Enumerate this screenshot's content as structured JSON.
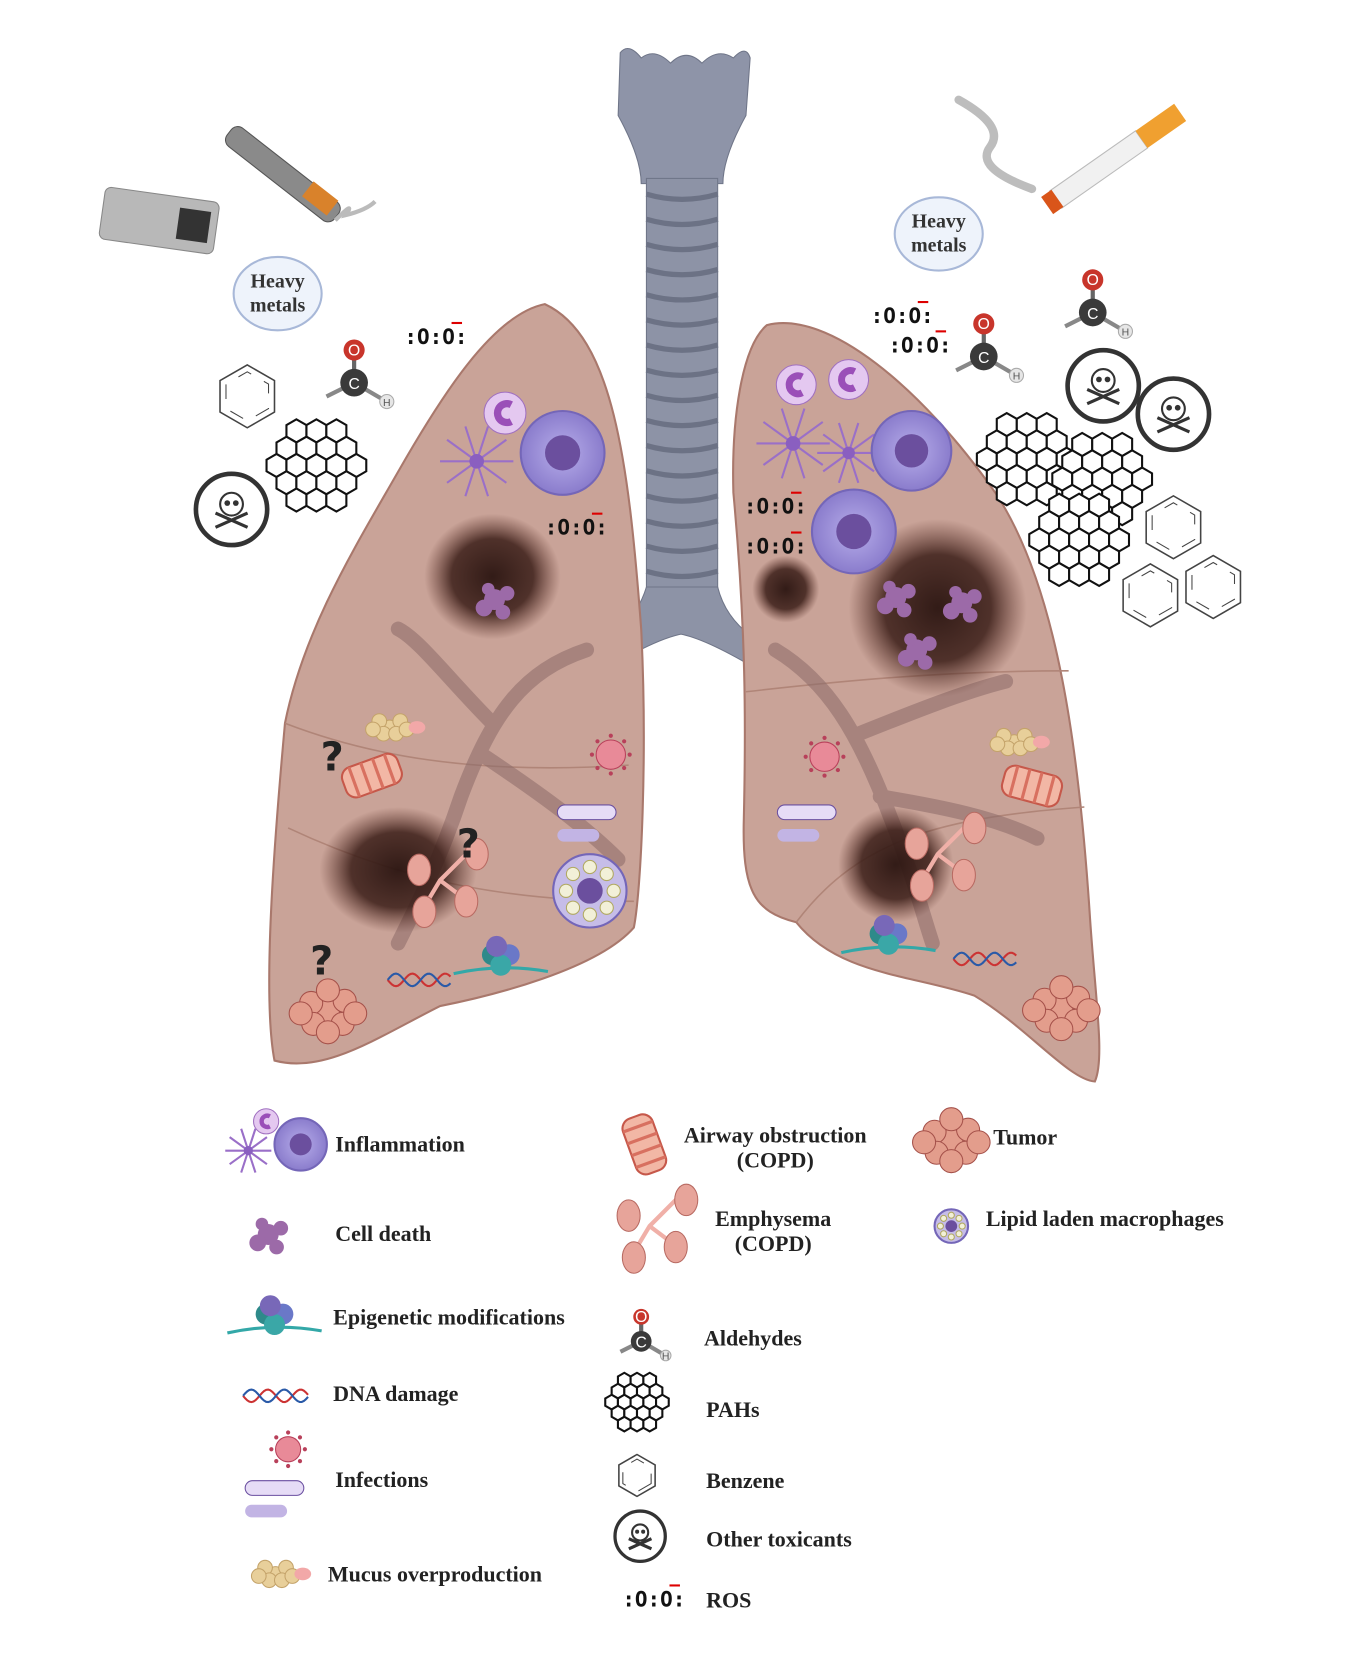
{
  "exposures": {
    "left_heavy_metals": "Heavy metals",
    "right_heavy_metals": "Heavy metals",
    "ros_symbol": ":O:O:",
    "atoms": {
      "oxygen": "O",
      "carbon": "C",
      "hydrogen": "H"
    },
    "question_mark": "?"
  },
  "legend": {
    "col1": [
      {
        "label": "Inflammation",
        "icon": "immune-cells-icon"
      },
      {
        "label": "Cell death",
        "icon": "cell-death-icon"
      },
      {
        "label": "Epigenetic modifications",
        "icon": "nucleosome-icon"
      },
      {
        "label": "DNA damage",
        "icon": "dna-icon"
      },
      {
        "label": "Infections",
        "icon": "pathogen-icon"
      },
      {
        "label": "Mucus overproduction",
        "icon": "mucus-icon"
      }
    ],
    "col2": [
      {
        "label": "Airway obstruction",
        "sub": "(COPD)",
        "icon": "airway-icon"
      },
      {
        "label": "Emphysema",
        "sub": "(COPD)",
        "icon": "alveoli-icon"
      },
      {
        "label": "Aldehydes",
        "icon": "aldehyde-icon"
      },
      {
        "label": "PAHs",
        "icon": "pah-icon"
      },
      {
        "label": "Benzene",
        "icon": "benzene-icon"
      },
      {
        "label": "Other toxicants",
        "icon": "skull-icon"
      },
      {
        "label": "ROS",
        "icon": "ros-icon"
      }
    ],
    "col3": [
      {
        "label": "Tumor",
        "icon": "tumor-icon"
      },
      {
        "label": "Lipid laden macrophages",
        "icon": "macrophage-icon"
      }
    ]
  },
  "colors": {
    "lung_fill": "#c9a398",
    "lung_stroke": "#a9786c",
    "trachea": "#8f95a8",
    "lesion": "#2a1410",
    "immune_cell": "#9b8fd6",
    "oxygen_atom": "#c8352b",
    "carbon_atom": "#3a3a3a"
  }
}
